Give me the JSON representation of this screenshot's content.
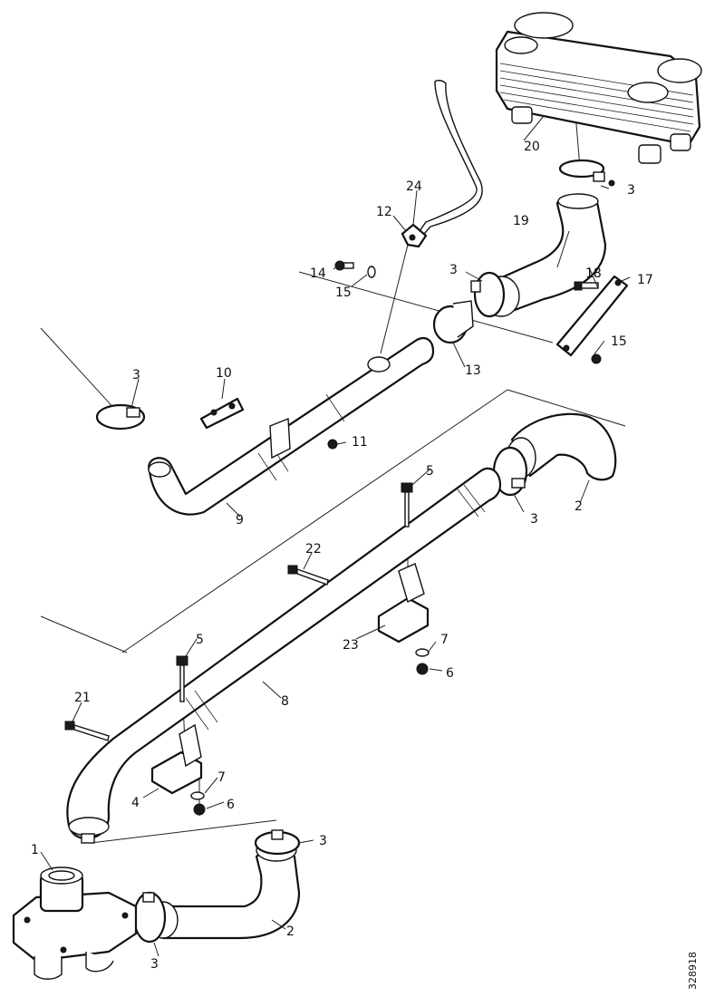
{
  "document_id": "328918",
  "callouts": {
    "c1": "1",
    "c2a": "2",
    "c2b": "2",
    "c3a": "3",
    "c3b": "3",
    "c3c": "3",
    "c3d": "3",
    "c3e": "3",
    "c3f": "3",
    "c4": "4",
    "c5a": "5",
    "c5b": "5",
    "c6a": "6",
    "c6b": "6",
    "c7a": "7",
    "c7b": "7",
    "c8": "8",
    "c9": "9",
    "c10": "10",
    "c11": "11",
    "c12": "12",
    "c13": "13",
    "c14": "14",
    "c15a": "15",
    "c15b": "15",
    "c17": "17",
    "c18": "18",
    "c19": "19",
    "c20": "20",
    "c21": "21",
    "c22": "22",
    "c23": "23",
    "c24": "24"
  },
  "colors": {
    "line": "#111111",
    "background": "#ffffff"
  }
}
